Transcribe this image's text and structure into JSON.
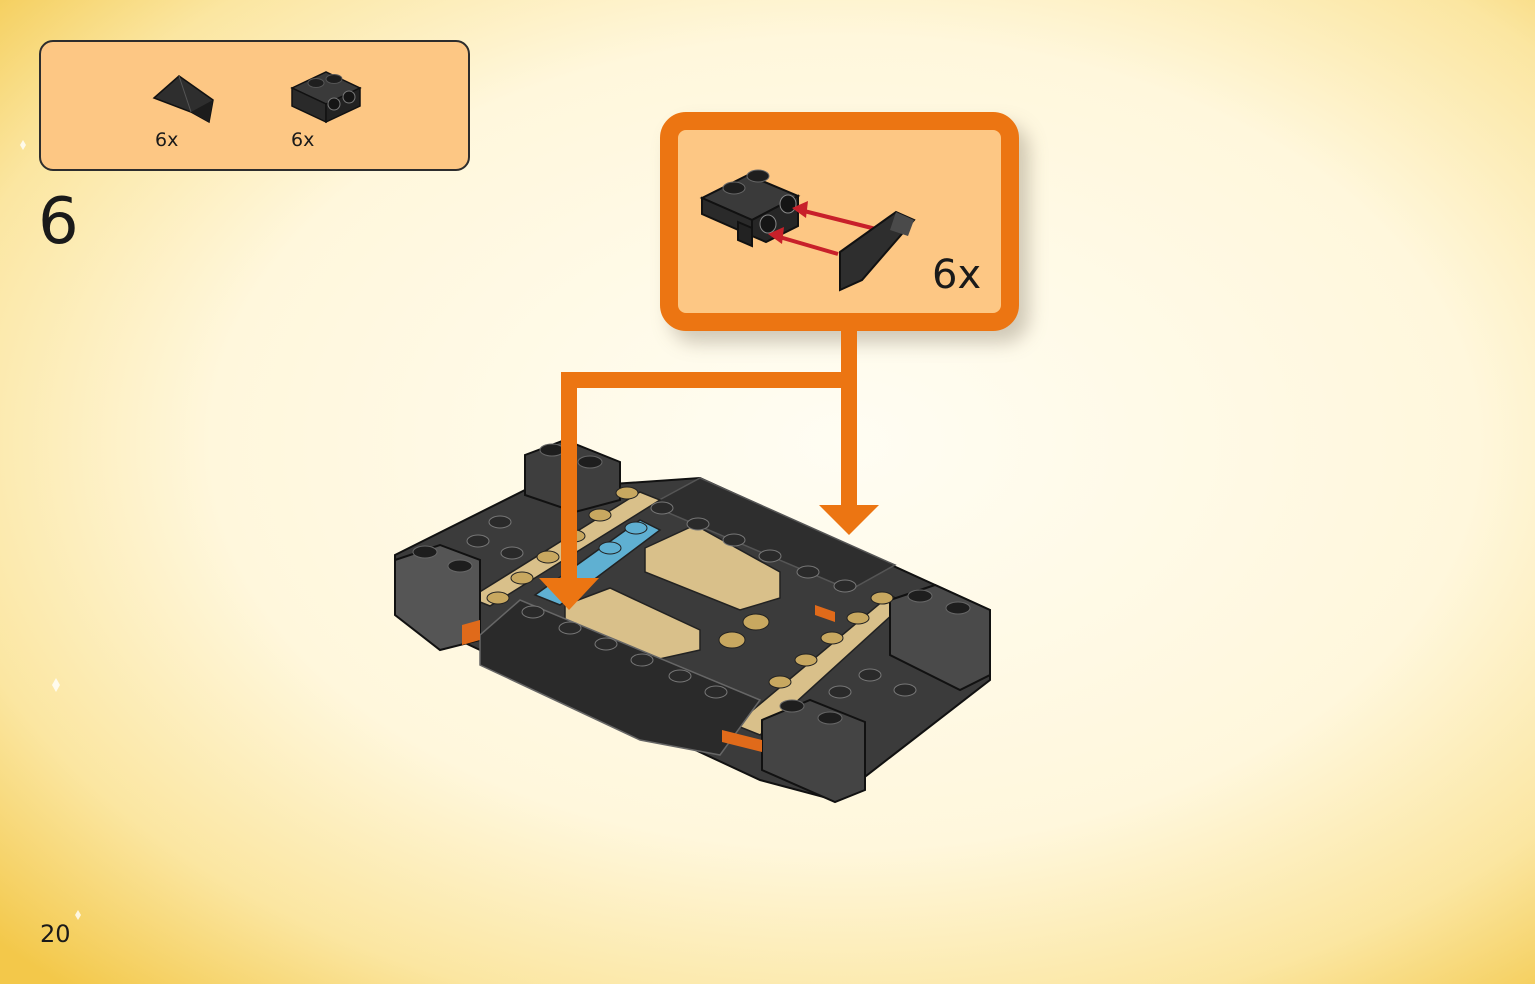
{
  "parts_list": {
    "items": [
      {
        "icon": "slope-brick-icon",
        "quantity": "6x"
      },
      {
        "icon": "bracket-plate-icon",
        "quantity": "6x"
      }
    ]
  },
  "step": {
    "number": "6"
  },
  "callout": {
    "quantity": "6x",
    "icon": "slope-to-bracket-assembly-icon"
  },
  "page": {
    "number": "20"
  },
  "colors": {
    "background": "#fffbe9",
    "sunburst": "#f6d25a",
    "parts_box_fill": "#fdc784",
    "callout_border": "#ec7512",
    "arrow": "#ec7512",
    "brick_black": "#2e2e2e",
    "brick_tan": "#d9c08a",
    "brick_blue": "#5fb0d2",
    "brick_gray": "#555555"
  }
}
